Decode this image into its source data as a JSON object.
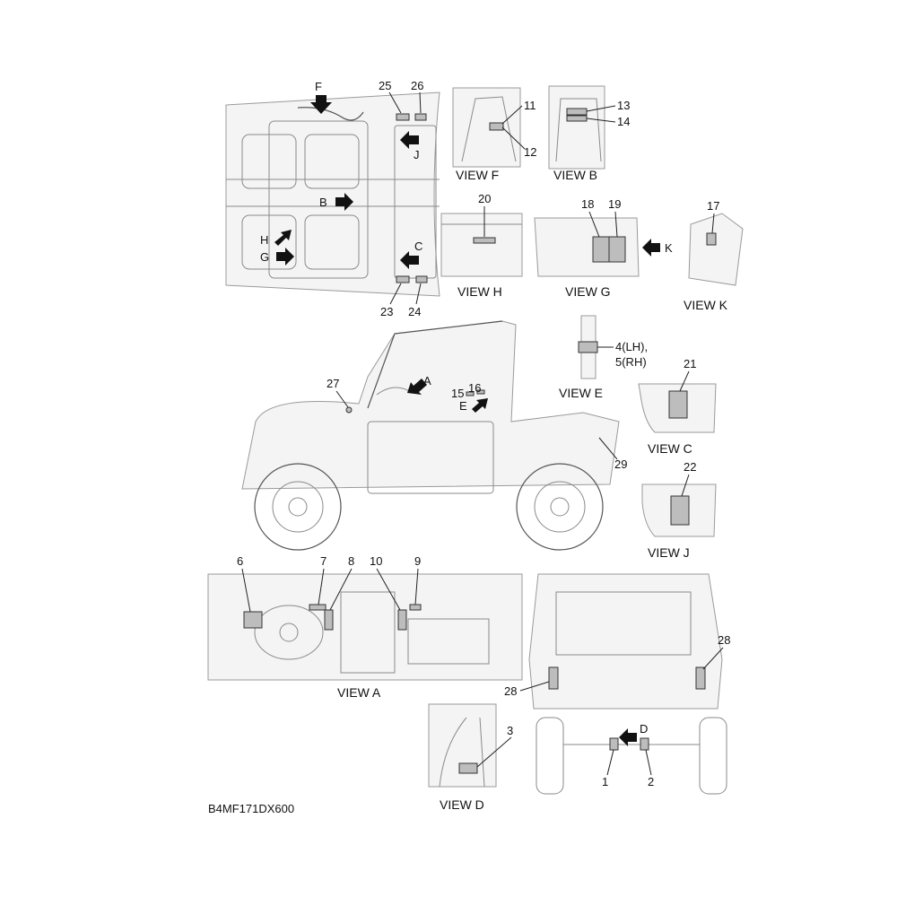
{
  "title_code": "B4MF171DX600",
  "views": {
    "a": "VIEW A",
    "b": "VIEW B",
    "c": "VIEW C",
    "d": "VIEW D",
    "e": "VIEW E",
    "f": "VIEW F",
    "g": "VIEW G",
    "h": "VIEW H",
    "j": "VIEW J",
    "k": "VIEW K"
  },
  "arrows": {
    "a": "A",
    "b": "B",
    "c": "C",
    "d": "D",
    "e": "E",
    "f": "F",
    "g": "G",
    "h": "H",
    "j": "J",
    "k": "K"
  },
  "callouts": {
    "c1": "1",
    "c2": "2",
    "c3": "3",
    "c4": "4(LH),",
    "c5": "5(RH)",
    "c6": "6",
    "c7": "7",
    "c8": "8",
    "c9": "9",
    "c10": "10",
    "c11": "11",
    "c12": "12",
    "c13": "13",
    "c14": "14",
    "c15": "15",
    "c16": "16",
    "c17": "17",
    "c18": "18",
    "c19": "19",
    "c20": "20",
    "c21": "21",
    "c22": "22",
    "c23": "23",
    "c24": "24",
    "c25": "25",
    "c26": "26",
    "c27": "27",
    "c28a": "28",
    "c28b": "28",
    "c29": "29"
  }
}
